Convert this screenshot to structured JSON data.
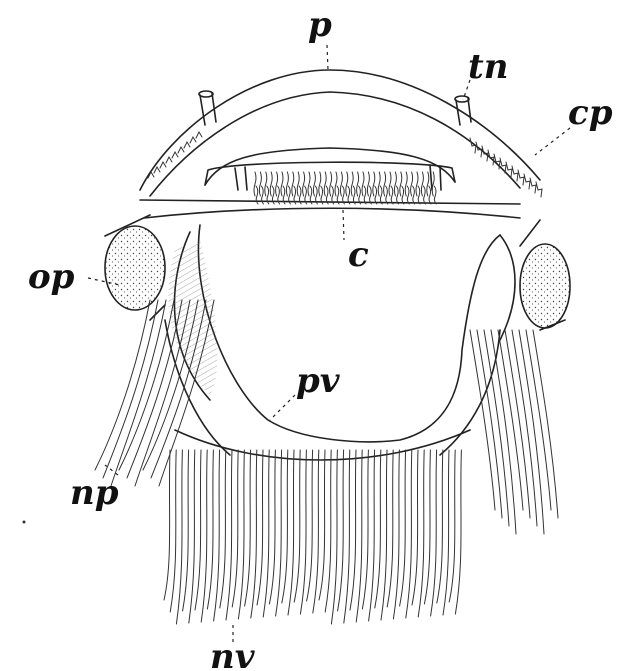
{
  "labels": {
    "p": "p",
    "tn": "tn",
    "cp": "cp",
    "c": "c",
    "op": "op",
    "pv": "pv",
    "np": "np",
    "nv": "nv"
  }
}
